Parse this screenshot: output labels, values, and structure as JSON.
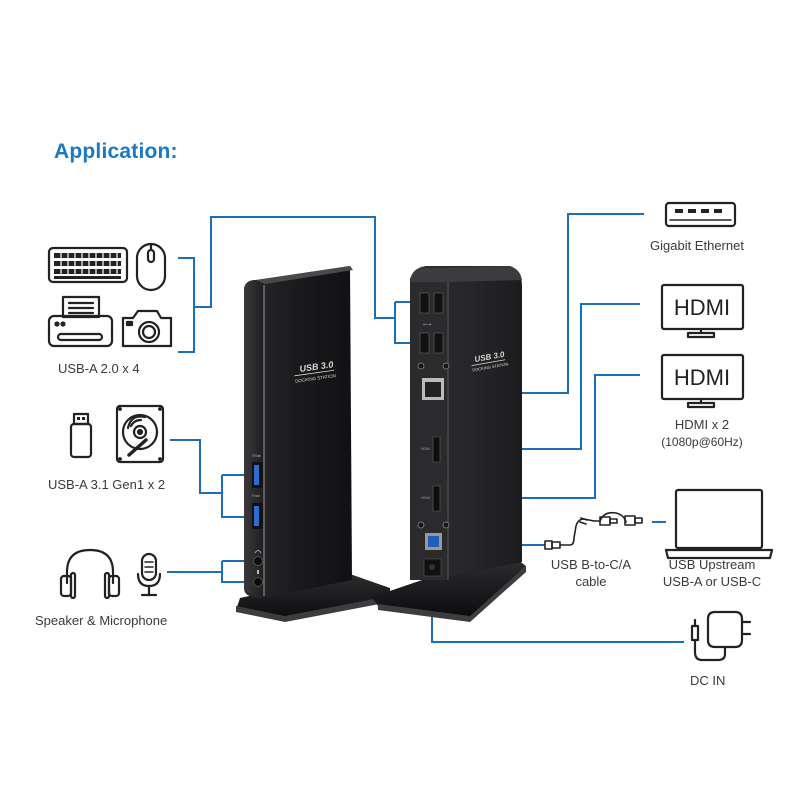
{
  "title": "Application:",
  "colors": {
    "accent": "#1a79c4",
    "connector_line": "#1b6fb8",
    "device_body": "#1c1c1e",
    "label_text": "#3a3a3a"
  },
  "groups": [
    {
      "id": "usb2",
      "label": "USB-A 2.0 x 4",
      "icons": [
        "keyboard-icon",
        "mouse-icon",
        "printer-icon",
        "camera-icon"
      ]
    },
    {
      "id": "usb3",
      "label": "USB-A 3.1 Gen1 x 2",
      "icons": [
        "usb-flash-drive-icon",
        "hard-drive-icon"
      ]
    },
    {
      "id": "audio",
      "label": "Speaker & Microphone",
      "icons": [
        "headphones-icon",
        "microphone-icon"
      ]
    },
    {
      "id": "ethernet",
      "label": "Gigabit Ethernet",
      "icons": [
        "ethernet-port-icon"
      ]
    },
    {
      "id": "hdmi",
      "label_line1": "HDMI x 2",
      "label_line2": "(1080p@60Hz)",
      "monitor_text": "HDMI",
      "icons": [
        "monitor-icon",
        "monitor-icon"
      ]
    },
    {
      "id": "cable",
      "label_line1": "USB B-to-C/A",
      "label_line2": "cable",
      "icons": [
        "usb-cable-icon"
      ]
    },
    {
      "id": "upstream",
      "label_line1": "USB Upstream",
      "label_line2": "USB-A or USB-C",
      "icons": [
        "laptop-icon"
      ]
    },
    {
      "id": "dc",
      "label": "DC IN",
      "icons": [
        "power-adapter-icon"
      ]
    }
  ],
  "device": {
    "brand_line1": "USB 3.0",
    "brand_line2": "DOCKING STATION",
    "port_label_hdmi": "HDMI",
    "port_label_usb3": "SS⇄",
    "port_label_fast": "Fast ⚡"
  }
}
